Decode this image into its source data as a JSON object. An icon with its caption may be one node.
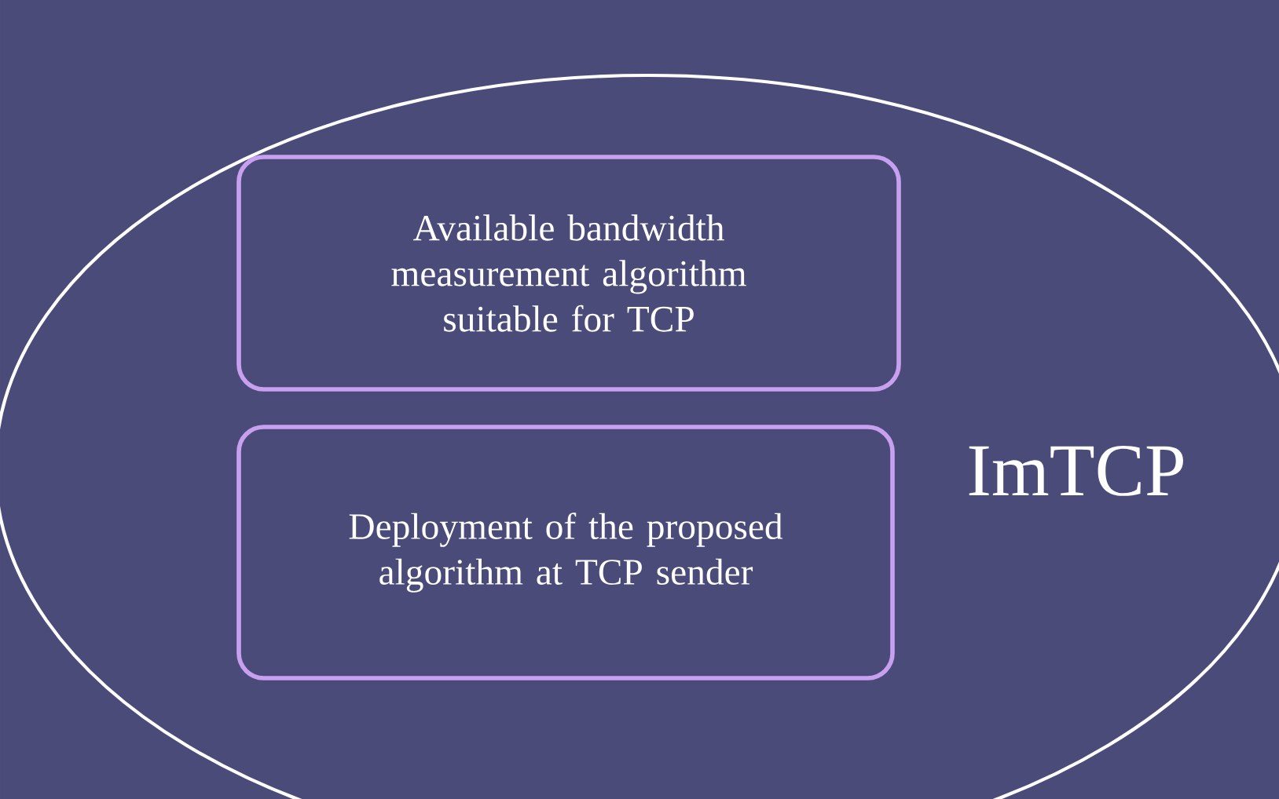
{
  "diagram": {
    "nodes": [
      {
        "text": [
          "ImTCP"
        ]
      },
      {
        "text": [
          "Available bandwidth measurement algorithm suitable for TCP"
        ],
        "in": 0
      },
      {
        "text": [
          "Deployment of the proposed algorithm at TCP sender"
        ],
        "in": 0
      }
    ]
  }
}
